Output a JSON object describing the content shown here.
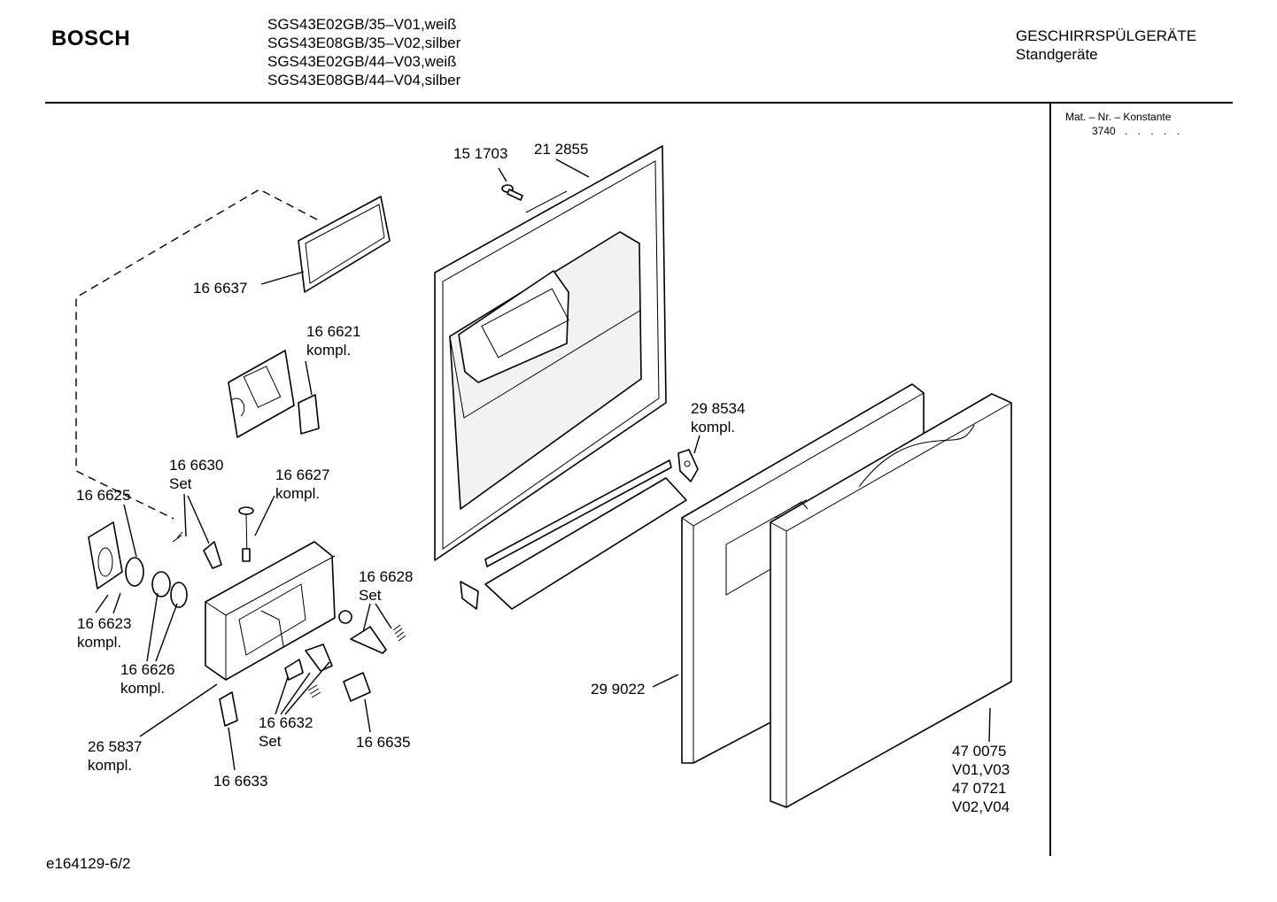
{
  "header": {
    "brand": "BOSCH",
    "models": [
      "SGS43E02GB/35–V01,weiß",
      "SGS43E08GB/35–V02,silber",
      "SGS43E02GB/44–V03,weiß",
      "SGS43E08GB/44–V04,silber"
    ],
    "category": "GESCHIRRSPÜLGERÄTE",
    "subcategory": "Standgeräte"
  },
  "sidebar": {
    "material_label": "Mat. – Nr. – Konstante",
    "material_code": "3740",
    "material_dots": ". . . . ."
  },
  "parts": [
    {
      "id": "p151703",
      "lines": [
        "15 1703"
      ]
    },
    {
      "id": "p212855",
      "lines": [
        "21 2855"
      ]
    },
    {
      "id": "p166637",
      "lines": [
        "16 6637"
      ]
    },
    {
      "id": "p166621",
      "lines": [
        "16 6621",
        "kompl."
      ]
    },
    {
      "id": "p298534",
      "lines": [
        "29 8534",
        "kompl."
      ]
    },
    {
      "id": "p166630",
      "lines": [
        "16 6630",
        "Set"
      ]
    },
    {
      "id": "p166627",
      "lines": [
        "16 6627",
        "kompl."
      ]
    },
    {
      "id": "p166625",
      "lines": [
        "16 6625"
      ]
    },
    {
      "id": "p166628",
      "lines": [
        "16 6628",
        "Set"
      ]
    },
    {
      "id": "p166623",
      "lines": [
        "16 6623",
        "kompl."
      ]
    },
    {
      "id": "p166626",
      "lines": [
        "16 6626",
        "kompl."
      ]
    },
    {
      "id": "p299022",
      "lines": [
        "29 9022"
      ]
    },
    {
      "id": "p166632",
      "lines": [
        "16 6632",
        "Set"
      ]
    },
    {
      "id": "p166635",
      "lines": [
        "16 6635"
      ]
    },
    {
      "id": "p265837",
      "lines": [
        "26 5837",
        "kompl."
      ]
    },
    {
      "id": "p166633",
      "lines": [
        "16 6633"
      ]
    },
    {
      "id": "p470075",
      "lines": [
        "47 0075",
        "V01,V03",
        "47 0721",
        "V02,V04"
      ]
    }
  ],
  "footer": {
    "drawing_id": "e164129-6/2"
  }
}
